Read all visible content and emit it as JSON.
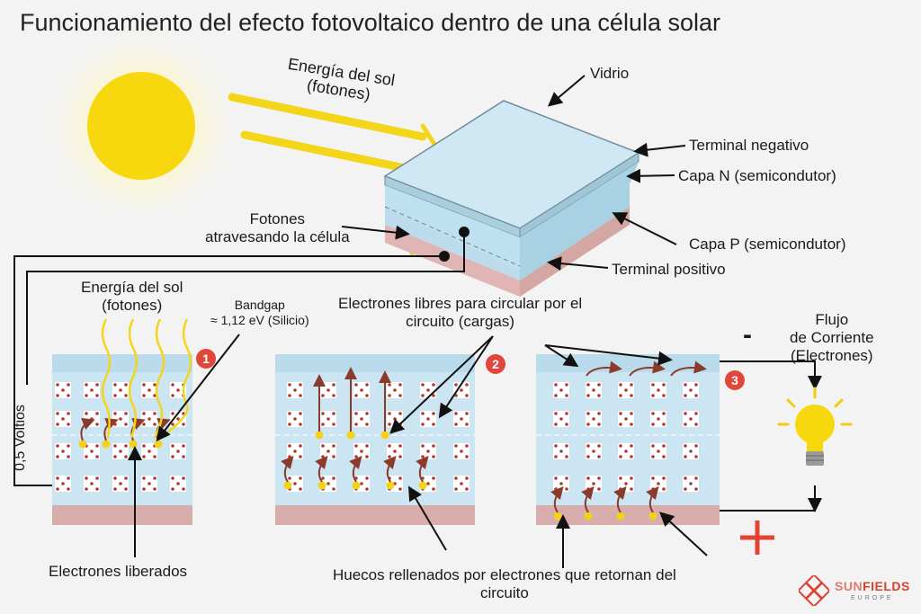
{
  "title": "Funcionamiento del efecto fotovoltaico dentro de una célula solar",
  "top_labels": {
    "sun_energy_1": "Energía del sol",
    "sun_energy_2": "(fotones)",
    "glass": "Vidrio",
    "neg_terminal": "Terminal negativo",
    "n_layer": "Capa N (semicondutor)",
    "p_layer": "Capa P (semicondutor)",
    "pos_terminal": "Terminal positivo",
    "photons_1": "Fotones",
    "photons_2": "atravesando la célula"
  },
  "panel_labels": {
    "sun_energy_1": "Energía del sol",
    "sun_energy_2": "(fotones)",
    "bandgap_1": "Bandgap",
    "bandgap_2": "≈ 1,12 eV (Silicio)",
    "free_electrons_1": "Electrones libres para circular por el",
    "free_electrons_2": "circuito (cargas)",
    "current_1": "Flujo",
    "current_2": "de Corriente",
    "current_3": "(Electrones)",
    "voltage": "0,5 Voltios",
    "released": "Electrones liberados",
    "holes_1": "Huecos rellenados por electrones que retornan del",
    "holes_2": "circuito",
    "minus": "-",
    "plus": "+"
  },
  "badges": [
    "1",
    "2",
    "3"
  ],
  "logo": {
    "name_a": "SUN",
    "name_b": "FIELDS",
    "sub": "EUROPE"
  },
  "colors": {
    "sun": "#f7d80f",
    "glass": "#cfe8f3",
    "n_layer": "#bfe0ee",
    "p_layer": "#e0b5b3",
    "badge": "#e0473a",
    "electron": "#f5d21a",
    "hole_dot": "#b03a2e",
    "arrow": "#8a3b2b",
    "plus": "#e3432f"
  }
}
